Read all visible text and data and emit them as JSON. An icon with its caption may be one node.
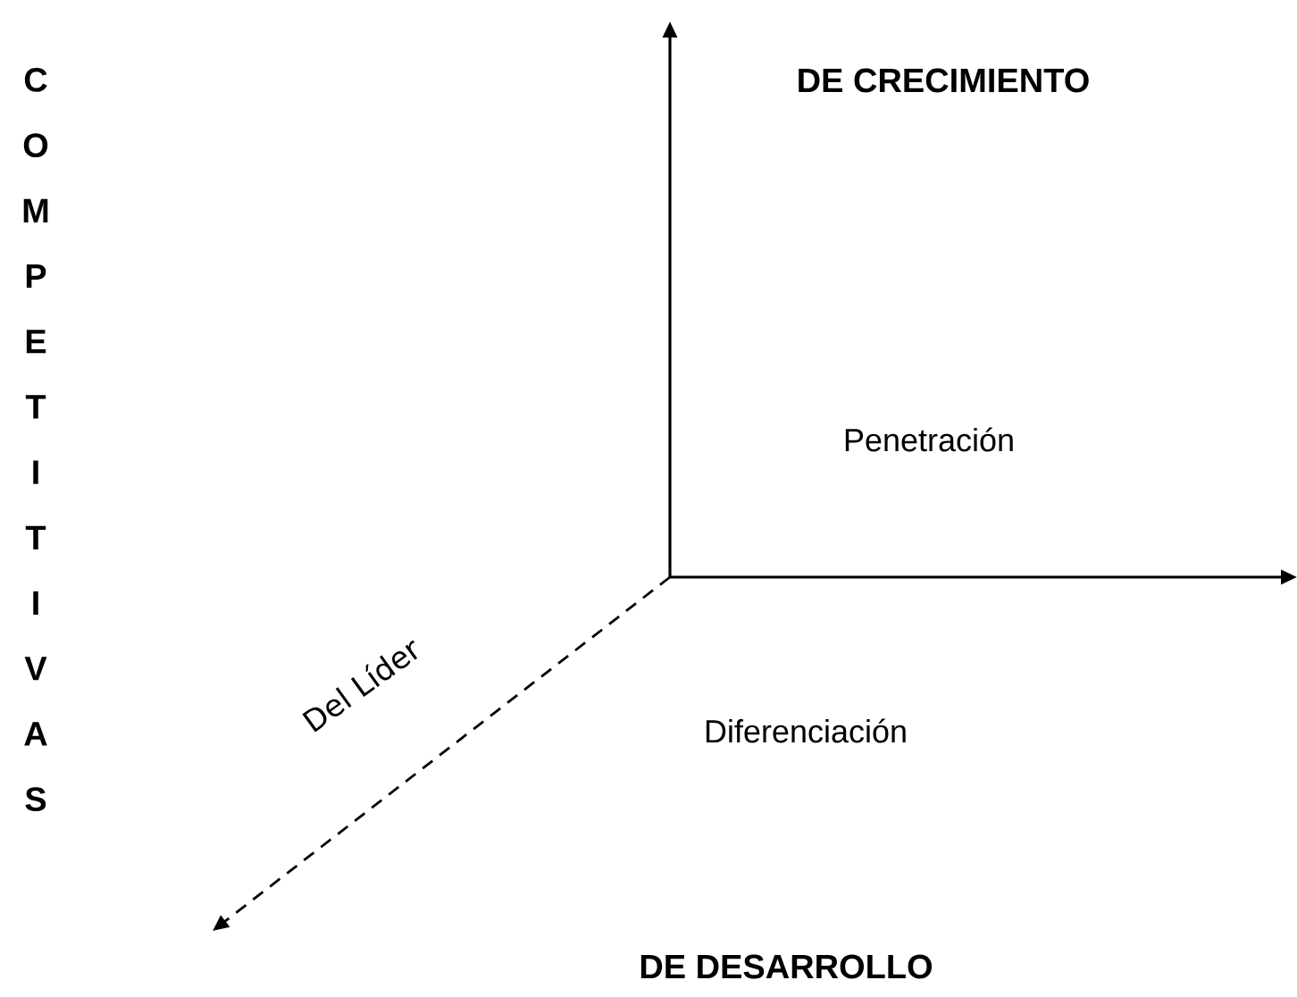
{
  "diagram": {
    "labels": [
      "DE CRECIMIENTO",
      "COMPETITIVAS",
      "Penetración",
      "Del Líder",
      "Diferenciación",
      "DE DESARROLLO"
    ]
  }
}
